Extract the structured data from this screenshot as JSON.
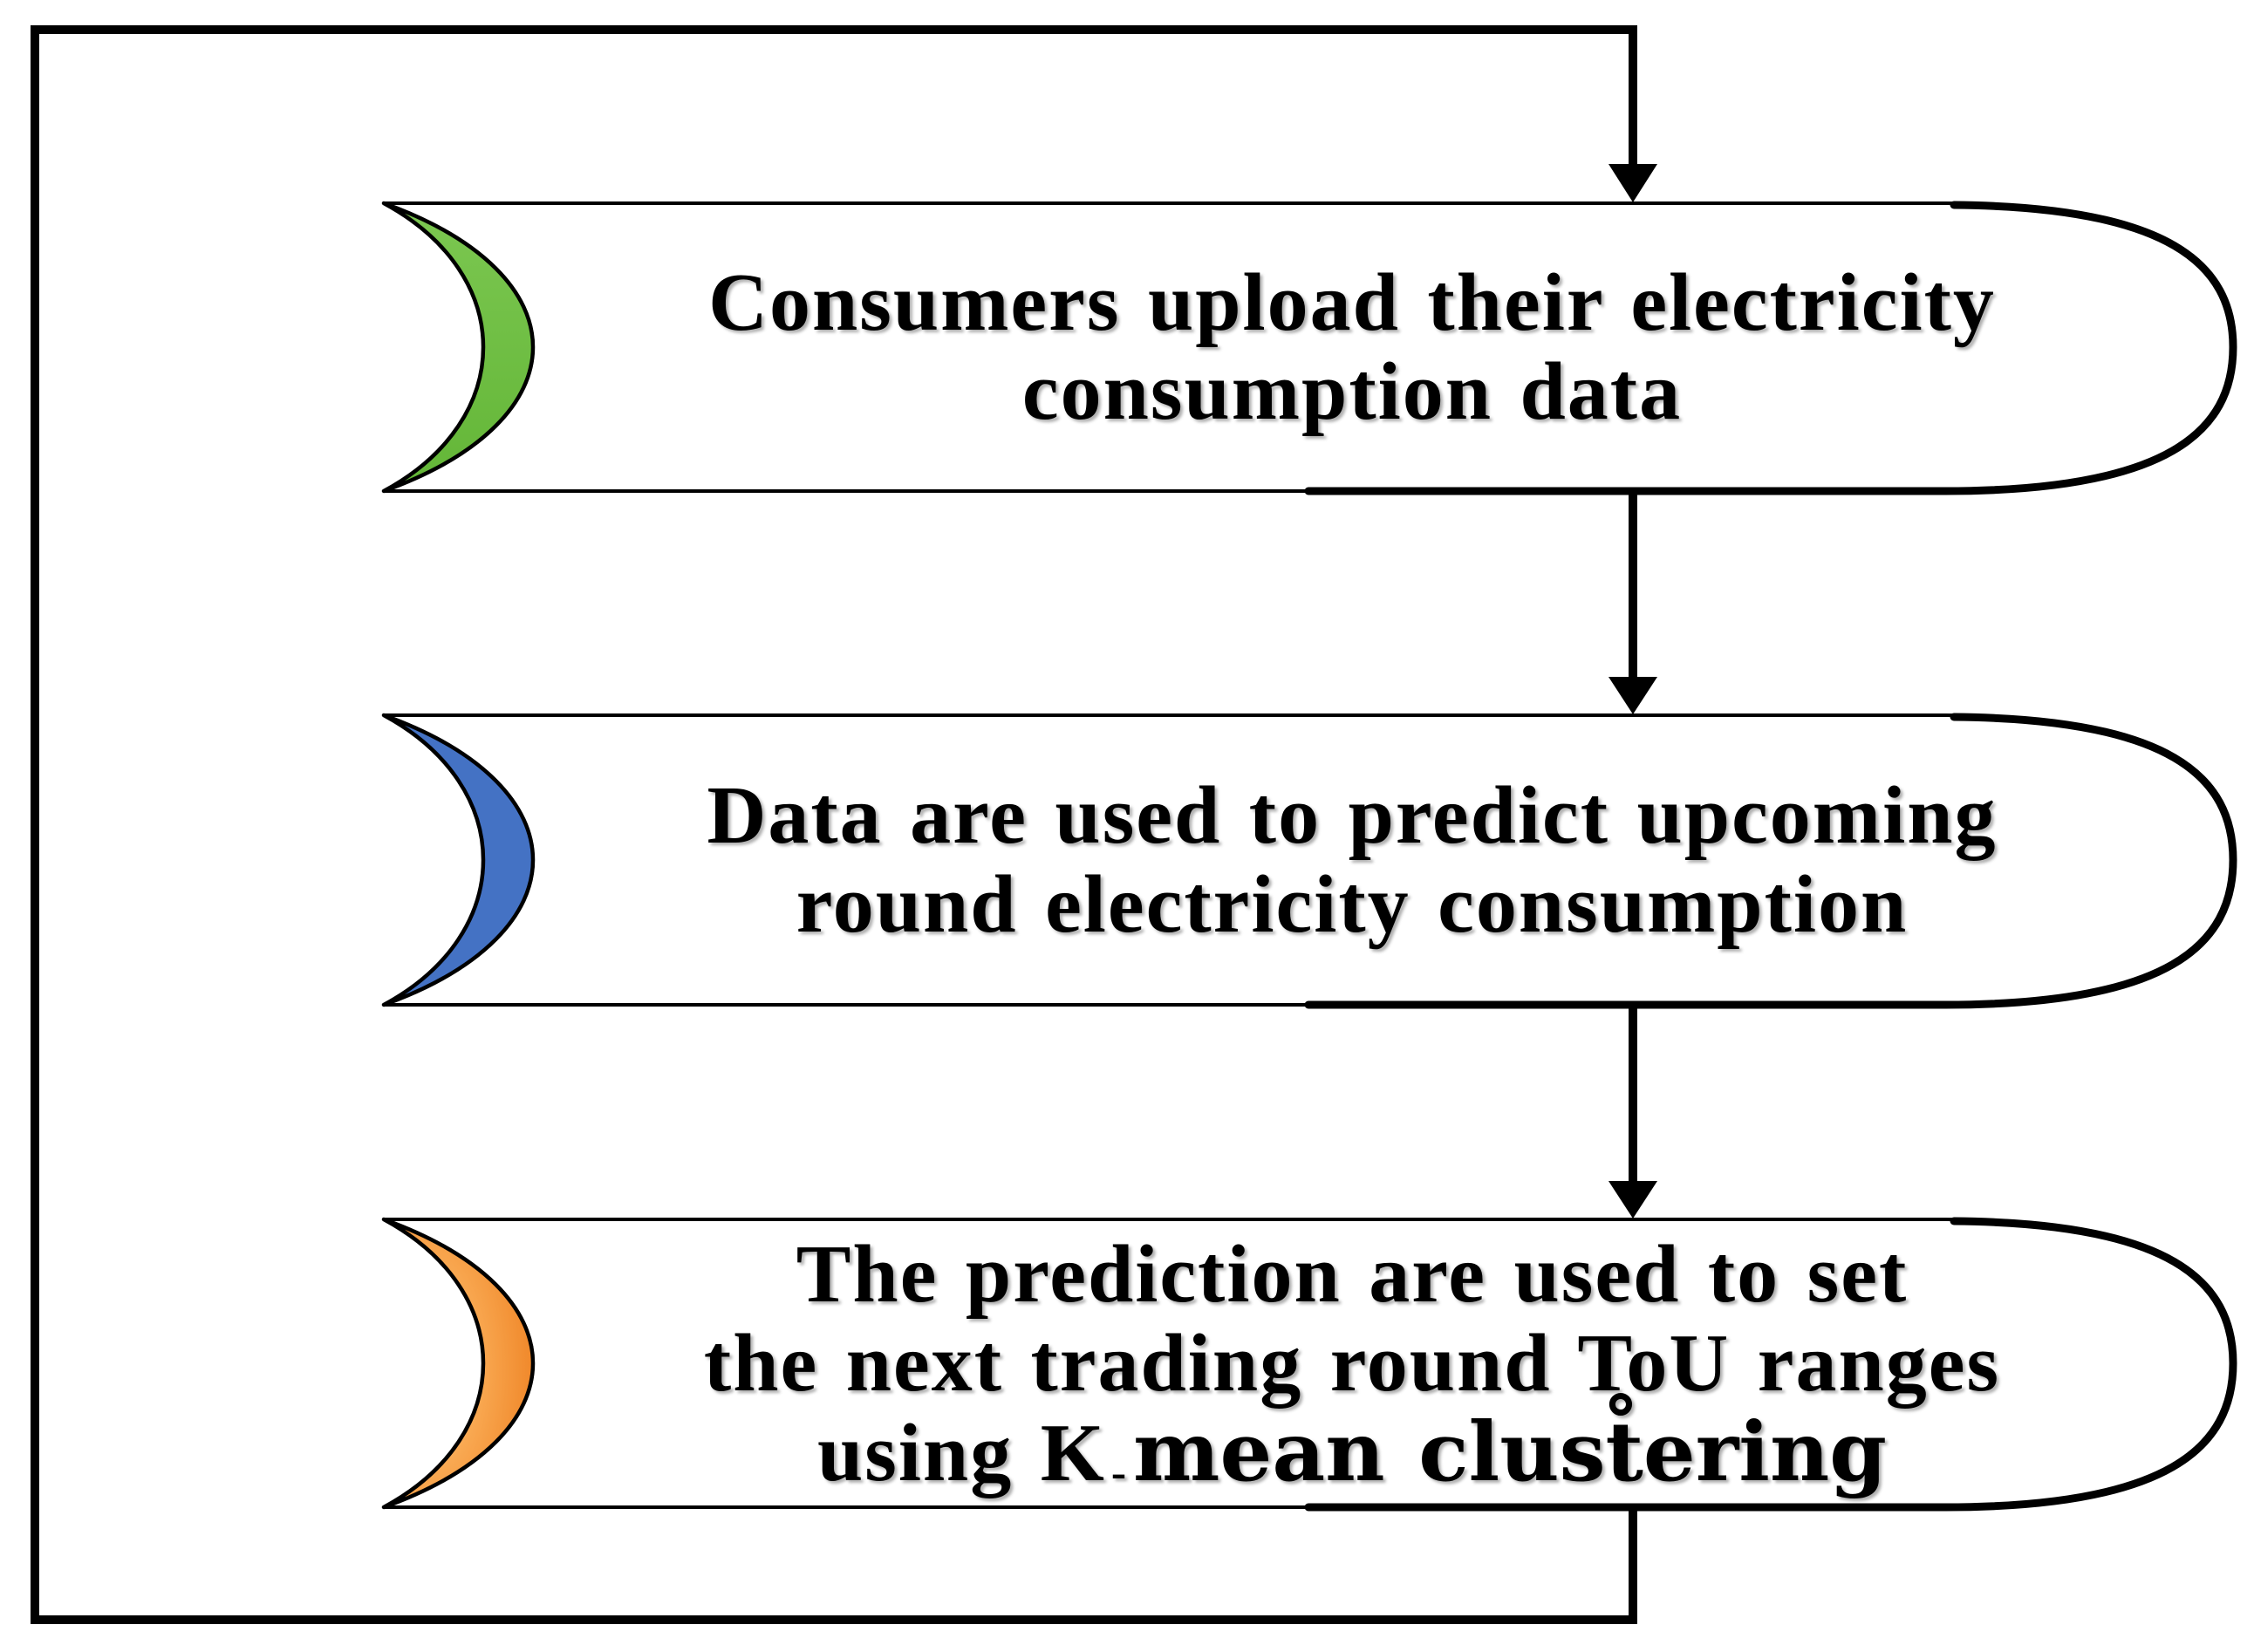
{
  "diagram": {
    "type": "flowchart-loop",
    "boxes": [
      {
        "id": "upload",
        "accent": "green",
        "lines": {
          "l1": "Consumers upload their electricity",
          "l2": "consumption data"
        }
      },
      {
        "id": "predict",
        "accent": "blue",
        "lines": {
          "l1": "Data are used to predict upcoming",
          "l2": "round electricity consumption"
        }
      },
      {
        "id": "cluster",
        "accent": "orange",
        "lines": {
          "l1": "The prediction are used to set",
          "l2": "the next trading round ToU ranges",
          "l3_part1": "using K",
          "l3_hyphen": "-",
          "l3_part2": "mean clust̊ering"
        }
      }
    ],
    "connectors": {
      "arrow_count": "3",
      "loop": "feedback loop from last box back to first box"
    },
    "colors": {
      "green": "#6FBE44",
      "green_light": "#7CC751",
      "green_dark": "#63B637",
      "blue": "#4472C4",
      "orange_dark": "#EE8122",
      "orange_mid": "#F9A952",
      "orange_light": "#FFE3C0",
      "line": "#000000",
      "box_fill": "#FFFFFF"
    }
  }
}
